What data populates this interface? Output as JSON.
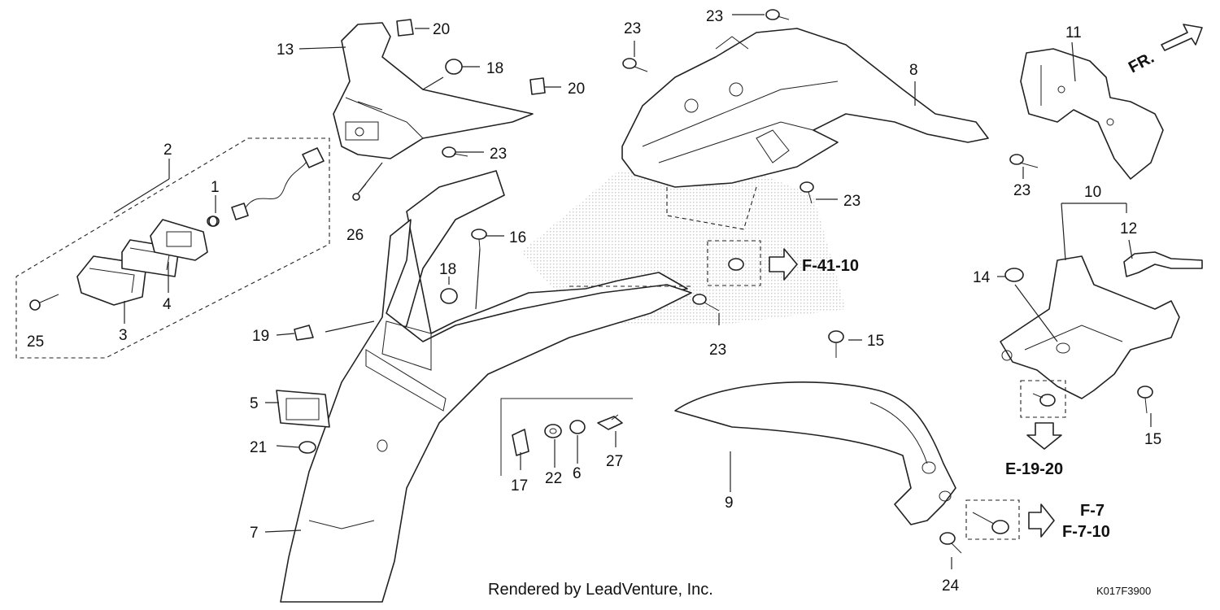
{
  "parts": {
    "p1": "1",
    "p2": "2",
    "p3": "3",
    "p4": "4",
    "p5": "5",
    "p6": "6",
    "p7": "7",
    "p8": "8",
    "p9": "9",
    "p10": "10",
    "p11": "11",
    "p12": "12",
    "p13": "13",
    "p14": "14",
    "p15a": "15",
    "p15b": "15",
    "p16": "16",
    "p17": "17",
    "p18a": "18",
    "p18b": "18",
    "p19": "19",
    "p20a": "20",
    "p20b": "20",
    "p21": "21",
    "p22": "22",
    "p23a": "23",
    "p23b": "23",
    "p23c": "23",
    "p23d": "23",
    "p23e": "23",
    "p23f": "23",
    "p24": "24",
    "p25": "25",
    "p26": "26",
    "p27": "27"
  },
  "refs": {
    "f41": "F-41-10",
    "e19": "E-19-20",
    "f7": "F-7",
    "f710": "F-7-10",
    "fr": "FR."
  },
  "footer": {
    "credit": "Rendered by LeadVenture, Inc.",
    "code": "K017F3900"
  }
}
